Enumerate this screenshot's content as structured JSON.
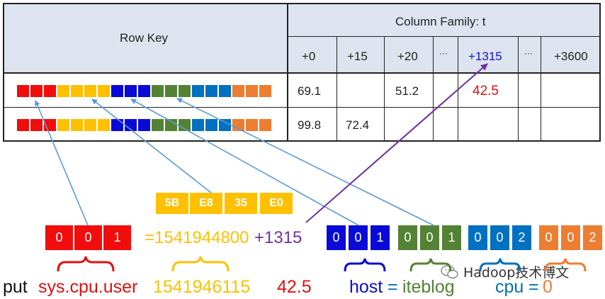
{
  "table": {
    "row_key_label": "Row Key",
    "column_family_label": "Column Family: t",
    "columns": [
      "+0",
      "+15",
      "+20",
      "···",
      "+1315",
      "···",
      "+3600"
    ],
    "rows": [
      {
        "cells": [
          "69.1",
          "",
          "51.2",
          "",
          "42.5",
          "",
          ""
        ]
      },
      {
        "cells": [
          "99.8",
          "72.4",
          "",
          "",
          "",
          "",
          ""
        ]
      }
    ]
  },
  "colors": {
    "red": "#f20d0d",
    "yellow": "#ffc000",
    "blue": "#0a0ad8",
    "green": "#548235",
    "teal": "#0070c0",
    "orange": "#ed7d31",
    "purple": "#7030a0",
    "arrow_blue": "#5b9bd5"
  },
  "rowkey_colors": [
    "red",
    "red",
    "red",
    "yellow",
    "yellow",
    "yellow",
    "yellow",
    "blue",
    "blue",
    "blue",
    "green",
    "green",
    "green",
    "teal",
    "teal",
    "teal",
    "orange",
    "orange",
    "orange"
  ],
  "hex_bytes": [
    "5B",
    "E8",
    "35",
    "E0"
  ],
  "encoding": {
    "metric_uid": [
      "0",
      "0",
      "1"
    ],
    "base_time": "=1541944800",
    "offset": "+1315",
    "host_uid": [
      "0",
      "0",
      "1"
    ],
    "host_value_uid": [
      "0",
      "0",
      "1"
    ],
    "cpu_uid": [
      "0",
      "0",
      "2"
    ],
    "cpu_value_uid": [
      "0",
      "0",
      "2"
    ]
  },
  "put_command": {
    "put": "put",
    "metric": "sys.cpu.user",
    "timestamp": "1541946115",
    "value": "42.5",
    "tag1_key": "host",
    "tag1_eq": "=",
    "tag1_val": "iteblog",
    "tag2_key": "cpu",
    "tag2_eq": "=",
    "tag2_val": "0"
  },
  "watermark": "Hadoop技术博文"
}
